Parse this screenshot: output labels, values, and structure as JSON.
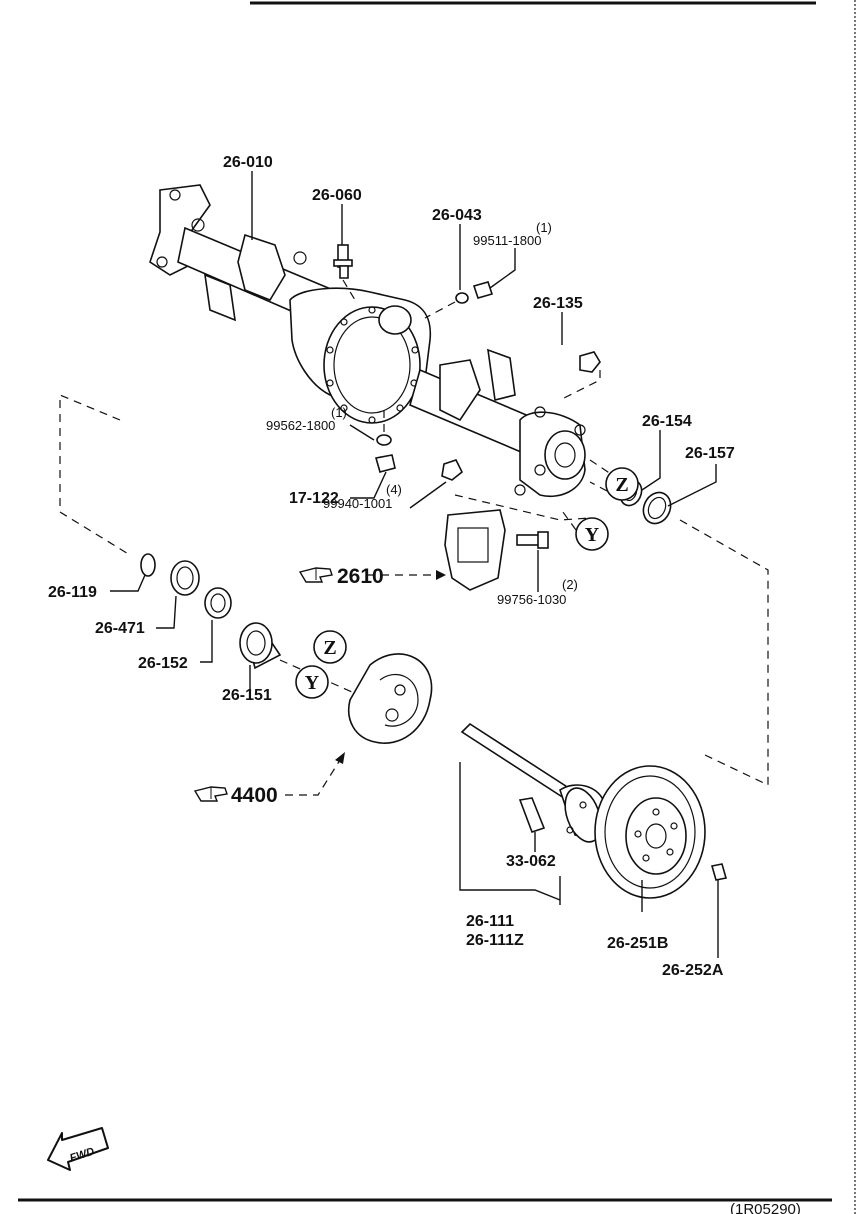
{
  "labels": {
    "housing": "26-010",
    "breather": "26-060",
    "washer_top": "26-043",
    "bolt_top_qty": "(1)",
    "bolt_top": "99511-1800",
    "nut": "26-135",
    "washer_mid_qty": "(1)",
    "washer_mid": "99562-1800",
    "plug": "17-122",
    "nut2_qty": "(4)",
    "nut2": "99940-1001",
    "seal_inner": "26-154",
    "seal_outer": "26-157",
    "snap_ring": "26-119",
    "bearing": "26-471",
    "spacer": "26-152",
    "collar": "26-151",
    "bolt_caliper_qty": "(2)",
    "bolt_caliper": "99756-1030",
    "hub_bolt": "33-062",
    "shaft": "26-111",
    "shaft_alt": "26-111Z",
    "disc": "26-251B",
    "disc_screw": "26-252A"
  },
  "refs": {
    "caliper_ref": "2610",
    "brake_ref": "4400"
  },
  "callouts": {
    "z": "Z",
    "y": "Y"
  },
  "fwd": "FWD",
  "footer_code": "(1R05290)",
  "icons": {
    "reference_pointer": "pointing-hand-icon",
    "forward_arrow": "fwd-arrow-icon"
  }
}
